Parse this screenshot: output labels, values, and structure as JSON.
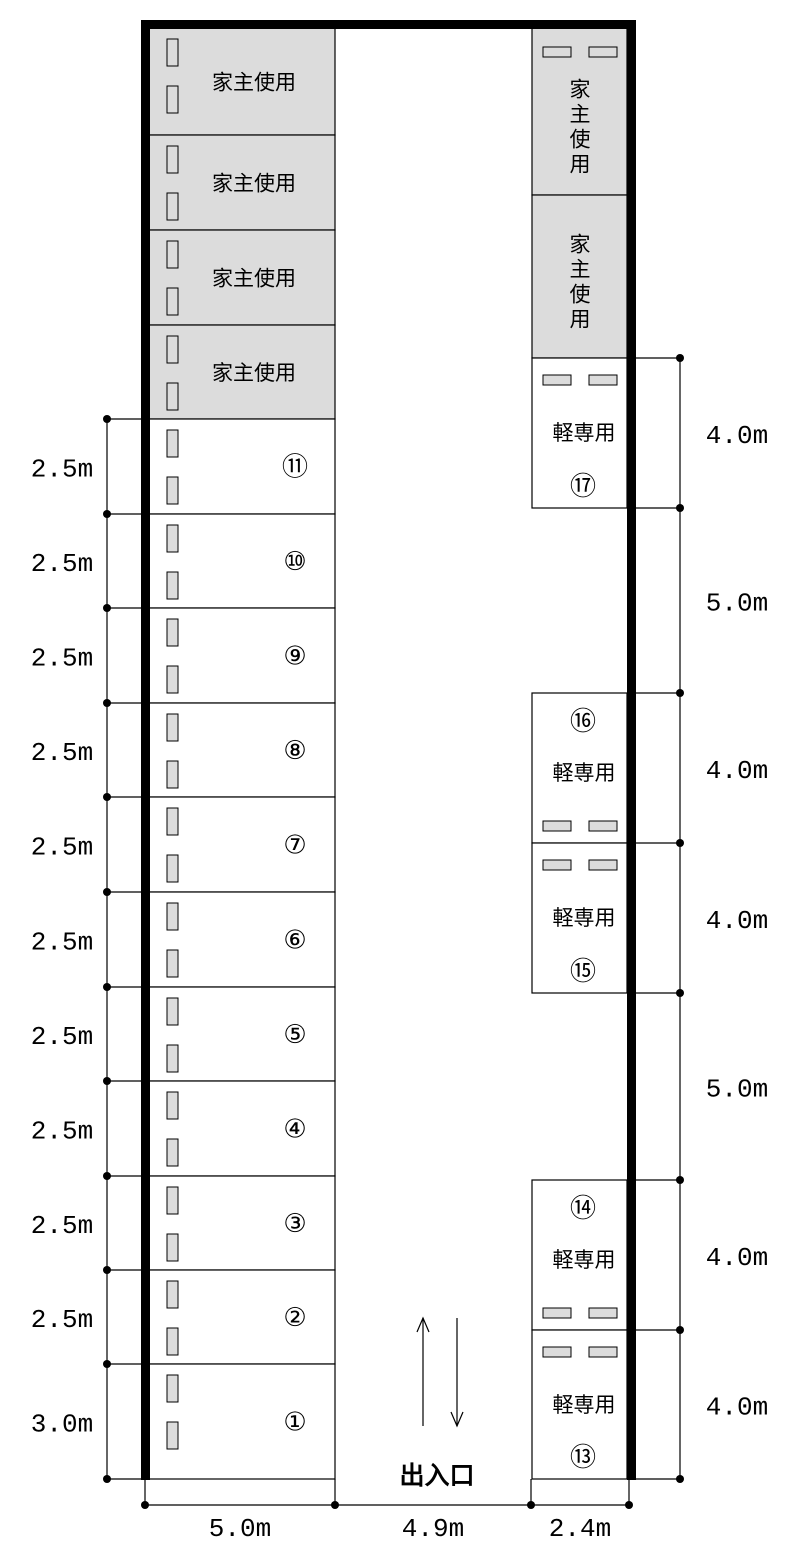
{
  "colors": {
    "owner_fill": "#dcdcdc",
    "stop_fill": "#dcdcdc",
    "wall": "#000000"
  },
  "left_column": {
    "owner_label": "家主使用",
    "owner_spaces": 4,
    "spaces": [
      "⑪",
      "⑩",
      "⑨",
      "⑧",
      "⑦",
      "⑥",
      "⑤",
      "④",
      "③",
      "②",
      "①"
    ],
    "dimensions": [
      "2.5m",
      "2.5m",
      "2.5m",
      "2.5m",
      "2.5m",
      "2.5m",
      "2.5m",
      "2.5m",
      "2.5m",
      "2.5m",
      "3.0m"
    ]
  },
  "right_column": {
    "owner_vertical_label": [
      "家",
      "主",
      "使",
      "用"
    ],
    "owner_spaces": 2,
    "kei_label": "軽専用",
    "spaces": [
      "⑰",
      "⑯",
      "⑮",
      "⑭",
      "⑬"
    ],
    "dimensions": [
      "4.0m",
      "5.0m",
      "4.0m",
      "4.0m",
      "5.0m",
      "4.0m",
      "4.0m"
    ]
  },
  "entrance": {
    "label": "出入口"
  },
  "bottom_dimensions": [
    "5.0m",
    "4.9m",
    "2.4m"
  ]
}
